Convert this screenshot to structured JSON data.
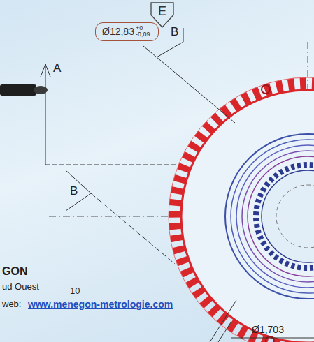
{
  "diagram": {
    "nodes": [
      {
        "text": [
          "E"
        ]
      },
      {
        "text": [
          "Ø12,83",
          "+0",
          "-0,09"
        ]
      }
    ],
    "labels": [
      "B",
      "A",
      "B",
      "GON",
      "ud Ouest",
      "10",
      "web:",
      "www.menegon-metrologie.com",
      "Ø1,703"
    ]
  }
}
